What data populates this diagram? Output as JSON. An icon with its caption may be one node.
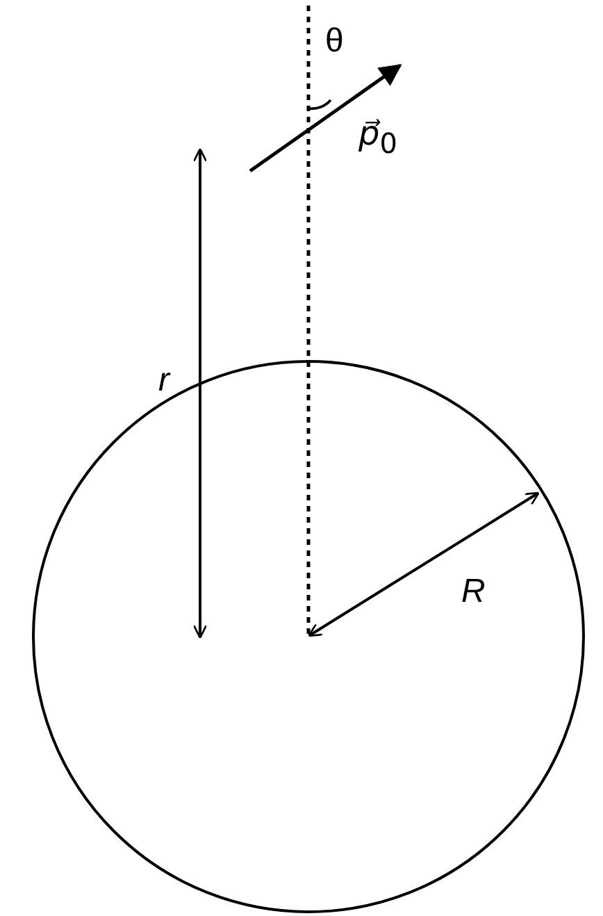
{
  "diagram": {
    "labels": [
      "θ",
      "*p⃗*$_{0}$",
      "r",
      "R"
    ]
  }
}
